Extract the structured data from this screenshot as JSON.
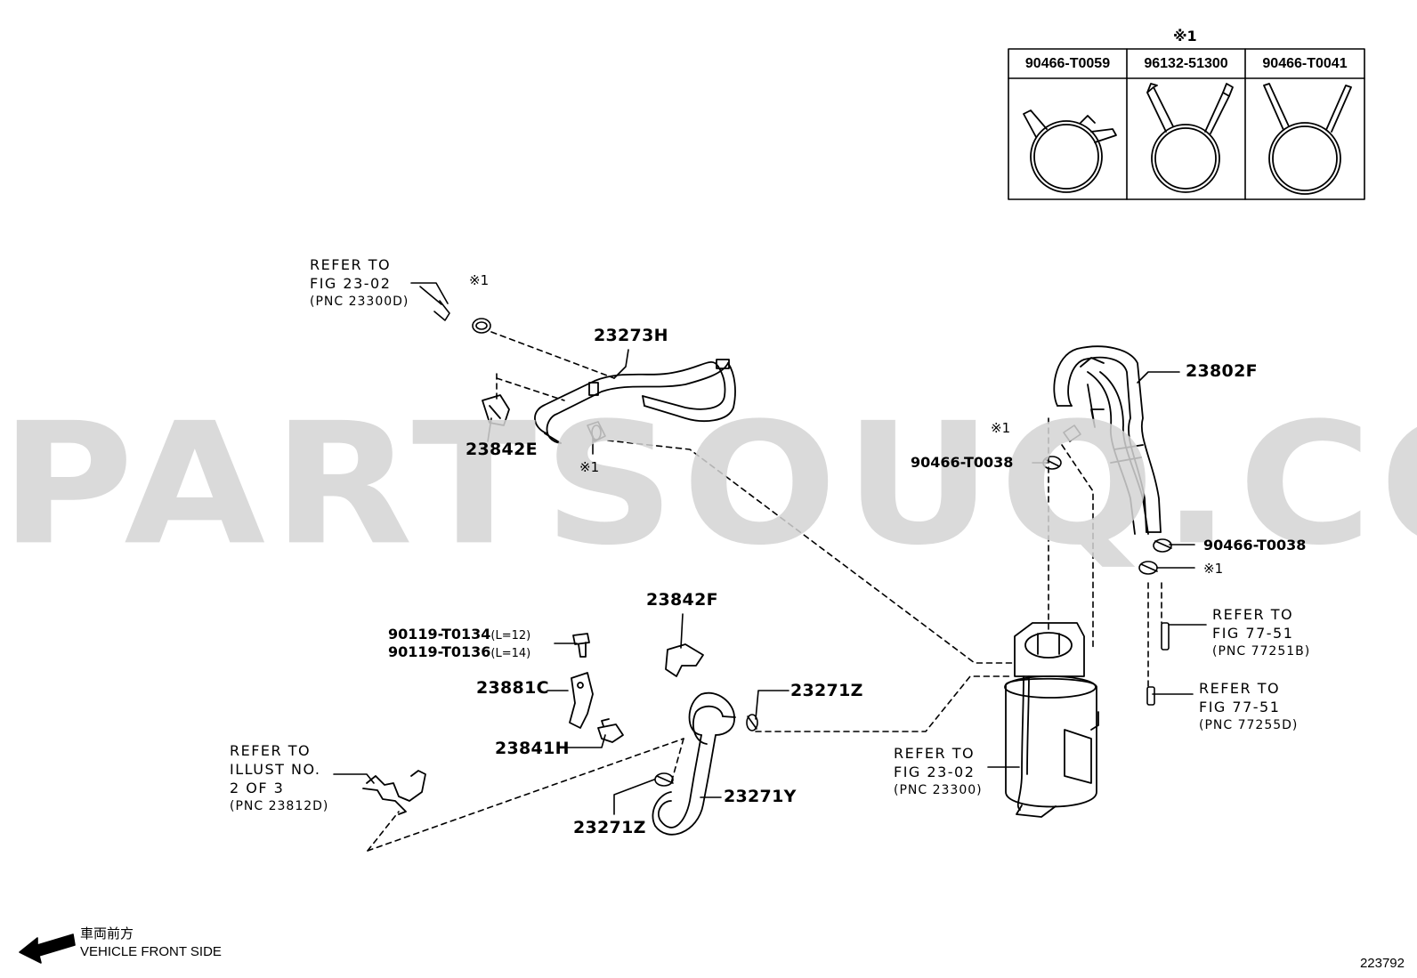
{
  "watermark": "PARTSOUQ.COM",
  "legend": {
    "mark": "※1",
    "parts": [
      "90466-T0059",
      "96132-51300",
      "90466-T0041"
    ]
  },
  "mark": "※1",
  "parts": {
    "p23273H": "23273H",
    "p23842E": "23842E",
    "p23802F": "23802F",
    "p90466_T0038_a": "90466-T0038",
    "p90466_T0038_b": "90466-T0038",
    "p23842F": "23842F",
    "p90119_T0134": "90119-T0134",
    "p90119_T0134_len": "(L=12)",
    "p90119_T0136": "90119-T0136",
    "p90119_T0136_len": "(L=14)",
    "p23881C": "23881C",
    "p23841H": "23841H",
    "p23271Z_a": "23271Z",
    "p23271Y": "23271Y",
    "p23271Z_b": "23271Z"
  },
  "refs": {
    "ref_23300D": {
      "line1": "REFER TO",
      "line2": "FIG 23-02",
      "line3": "(PNC 23300D)"
    },
    "ref_77251B": {
      "line1": "REFER TO",
      "line2": "FIG 77-51",
      "line3": "(PNC 77251B)"
    },
    "ref_77255D": {
      "line1": "REFER TO",
      "line2": "FIG 77-51",
      "line3": "(PNC 77255D)"
    },
    "ref_23300": {
      "line1": "REFER TO",
      "line2": "FIG 23-02",
      "line3": "(PNC 23300)"
    },
    "ref_23812D": {
      "line1": "REFER TO",
      "line2": "ILLUST NO.",
      "line3": "2 OF 3",
      "line4": "(PNC 23812D)"
    }
  },
  "front": {
    "jp": "車両前方",
    "en": "VEHICLE FRONT SIDE",
    "icon": "arrow-left-icon"
  },
  "figure_id": "223792"
}
